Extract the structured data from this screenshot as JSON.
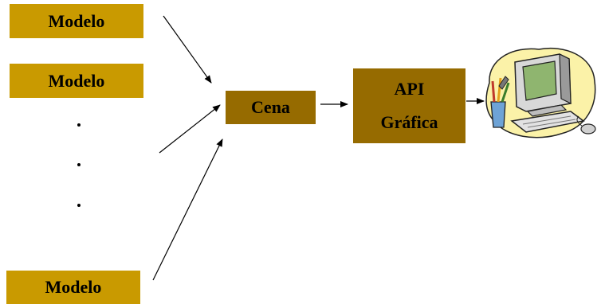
{
  "models": [
    {
      "label": "Modelo"
    },
    {
      "label": "Modelo"
    },
    {
      "label": "Modelo"
    }
  ],
  "scene": {
    "label": "Cena"
  },
  "api": {
    "line1": "API",
    "line2": "Gráfica"
  },
  "ellipsis": [
    "·",
    "·",
    "·"
  ],
  "colors": {
    "modelo_fill": "#c99a00",
    "cena_fill": "#966b00",
    "api_fill": "#966b00",
    "arrow": "#000000"
  },
  "icons": {
    "output": "computer-clipart-icon"
  }
}
